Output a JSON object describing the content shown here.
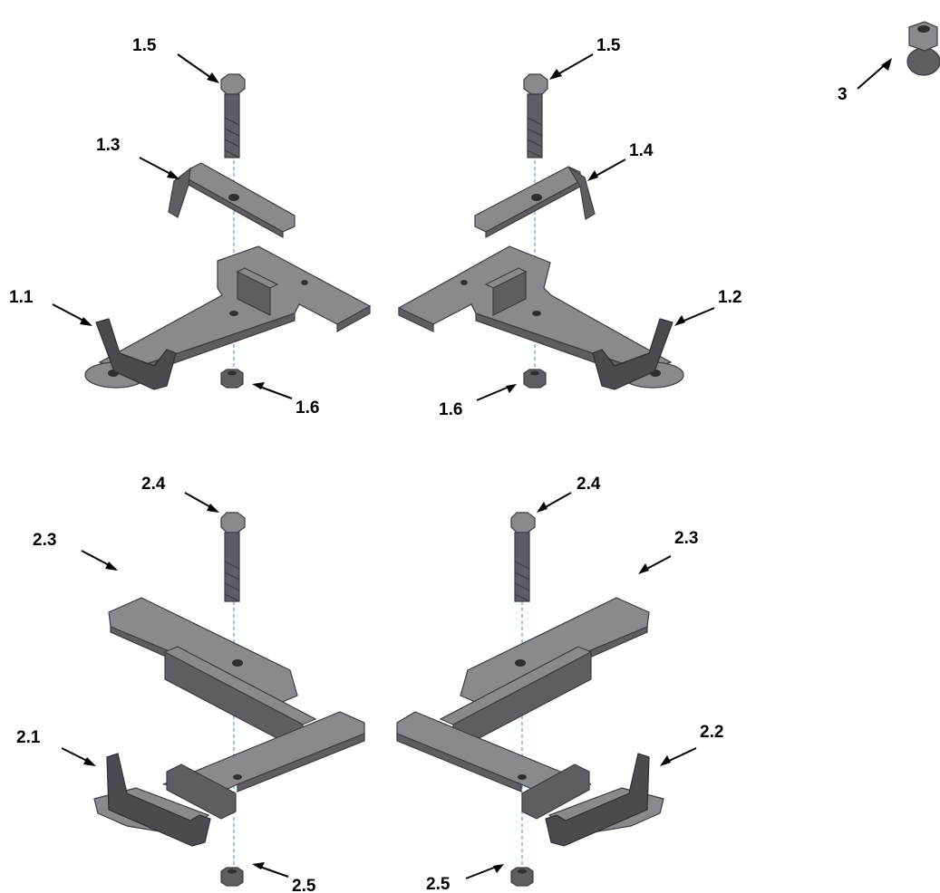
{
  "diagram": {
    "callouts": {
      "c_1_5_left": "1.5",
      "c_1_5_right": "1.5",
      "c_3": "3",
      "c_1_3": "1.3",
      "c_1_4": "1.4",
      "c_1_1": "1.1",
      "c_1_2": "1.2",
      "c_1_6_left": "1.6",
      "c_1_6_right": "1.6",
      "c_2_4_left": "2.4",
      "c_2_4_right": "2.4",
      "c_2_3_left": "2.3",
      "c_2_3_right": "2.3",
      "c_2_1": "2.1",
      "c_2_2": "2.2",
      "c_2_5_left": "2.5",
      "c_2_5_right": "2.5"
    },
    "colors": {
      "part_top": "#8a8a8e",
      "part_side": "#5d5d62",
      "axis_line": "#7fb2e6"
    }
  }
}
